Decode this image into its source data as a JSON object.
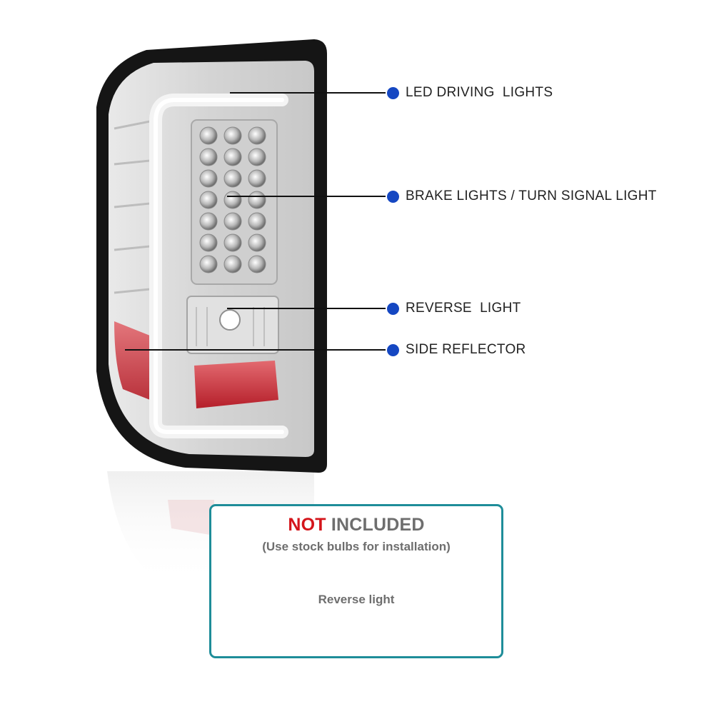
{
  "callouts": [
    {
      "label": "LED DRIVING  LIGHTS"
    },
    {
      "label": "BRAKE LIGHTS / TURN SIGNAL LIGHT"
    },
    {
      "label": "REVERSE  LIGHT"
    },
    {
      "label": "SIDE REFLECTOR"
    }
  ],
  "notice": {
    "title_highlight": "NOT",
    "title_rest": " INCLUDED",
    "subtitle": "(Use stock bulbs for installation)",
    "item": "Reverse light"
  },
  "colors": {
    "callout_dot": "#1547c2",
    "notice_border": "#1e8d99",
    "highlight_red": "#d4151b"
  }
}
